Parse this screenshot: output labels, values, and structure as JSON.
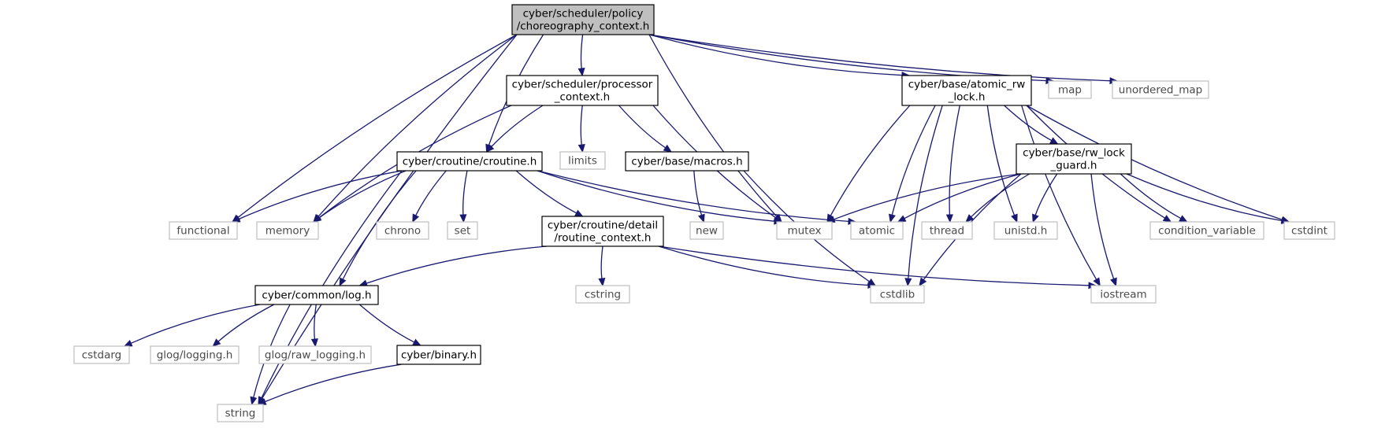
{
  "graph": {
    "root": {
      "id": "root",
      "lines": [
        "cyber/scheduler/policy",
        "/choreography_context.h"
      ]
    },
    "headers": [
      {
        "id": "processor",
        "lines": [
          "cyber/scheduler/processor",
          "_context.h"
        ]
      },
      {
        "id": "atomic_rw",
        "lines": [
          "cyber/base/atomic_rw",
          "_lock.h"
        ]
      },
      {
        "id": "croutine",
        "lines": [
          "cyber/croutine/croutine.h"
        ]
      },
      {
        "id": "macros",
        "lines": [
          "cyber/base/macros.h"
        ]
      },
      {
        "id": "rw_guard",
        "lines": [
          "cyber/base/rw_lock",
          "_guard.h"
        ]
      },
      {
        "id": "routine_ctx",
        "lines": [
          "cyber/croutine/detail",
          "/routine_context.h"
        ]
      },
      {
        "id": "log",
        "lines": [
          "cyber/common/log.h"
        ]
      },
      {
        "id": "binary",
        "lines": [
          "cyber/binary.h"
        ]
      }
    ],
    "system_headers": [
      {
        "id": "map",
        "lines": [
          "map"
        ]
      },
      {
        "id": "unordered_map",
        "lines": [
          "unordered_map"
        ]
      },
      {
        "id": "limits",
        "lines": [
          "limits"
        ]
      },
      {
        "id": "functional",
        "lines": [
          "functional"
        ]
      },
      {
        "id": "memory",
        "lines": [
          "memory"
        ]
      },
      {
        "id": "chrono",
        "lines": [
          "chrono"
        ]
      },
      {
        "id": "set",
        "lines": [
          "set"
        ]
      },
      {
        "id": "new",
        "lines": [
          "new"
        ]
      },
      {
        "id": "mutex",
        "lines": [
          "mutex"
        ]
      },
      {
        "id": "atomic",
        "lines": [
          "atomic"
        ]
      },
      {
        "id": "thread",
        "lines": [
          "thread"
        ]
      },
      {
        "id": "unistd",
        "lines": [
          "unistd.h"
        ]
      },
      {
        "id": "condvar",
        "lines": [
          "condition_variable"
        ]
      },
      {
        "id": "cstdint",
        "lines": [
          "cstdint"
        ]
      },
      {
        "id": "cstring",
        "lines": [
          "cstring"
        ]
      },
      {
        "id": "cstdlib",
        "lines": [
          "cstdlib"
        ]
      },
      {
        "id": "iostream",
        "lines": [
          "iostream"
        ]
      },
      {
        "id": "cstdarg",
        "lines": [
          "cstdarg"
        ]
      },
      {
        "id": "glog_logging",
        "lines": [
          "glog/logging.h"
        ]
      },
      {
        "id": "glog_raw",
        "lines": [
          "glog/raw_logging.h"
        ]
      },
      {
        "id": "string",
        "lines": [
          "string"
        ]
      }
    ],
    "edges": [
      [
        "root",
        "string"
      ],
      [
        "root",
        "functional"
      ],
      [
        "root",
        "memory"
      ],
      [
        "root",
        "croutine"
      ],
      [
        "root",
        "processor"
      ],
      [
        "root",
        "mutex"
      ],
      [
        "root",
        "atomic_rw"
      ],
      [
        "root",
        "map"
      ],
      [
        "root",
        "unordered_map"
      ],
      [
        "processor",
        "memory"
      ],
      [
        "processor",
        "croutine"
      ],
      [
        "processor",
        "limits"
      ],
      [
        "processor",
        "macros"
      ],
      [
        "processor",
        "mutex"
      ],
      [
        "atomic_rw",
        "mutex"
      ],
      [
        "atomic_rw",
        "atomic"
      ],
      [
        "atomic_rw",
        "thread"
      ],
      [
        "atomic_rw",
        "unistd"
      ],
      [
        "atomic_rw",
        "rw_guard"
      ],
      [
        "atomic_rw",
        "condvar"
      ],
      [
        "atomic_rw",
        "cstdint"
      ],
      [
        "atomic_rw",
        "cstdlib"
      ],
      [
        "atomic_rw",
        "iostream"
      ],
      [
        "croutine",
        "functional"
      ],
      [
        "croutine",
        "memory"
      ],
      [
        "croutine",
        "chrono"
      ],
      [
        "croutine",
        "set"
      ],
      [
        "croutine",
        "routine_ctx"
      ],
      [
        "croutine",
        "mutex"
      ],
      [
        "croutine",
        "atomic"
      ],
      [
        "croutine",
        "log"
      ],
      [
        "croutine",
        "string"
      ],
      [
        "macros",
        "new"
      ],
      [
        "macros",
        "cstdlib"
      ],
      [
        "rw_guard",
        "mutex"
      ],
      [
        "rw_guard",
        "atomic"
      ],
      [
        "rw_guard",
        "thread"
      ],
      [
        "rw_guard",
        "unistd"
      ],
      [
        "rw_guard",
        "condvar"
      ],
      [
        "rw_guard",
        "cstdint"
      ],
      [
        "rw_guard",
        "cstdlib"
      ],
      [
        "rw_guard",
        "iostream"
      ],
      [
        "routine_ctx",
        "log"
      ],
      [
        "routine_ctx",
        "cstring"
      ],
      [
        "routine_ctx",
        "cstdlib"
      ],
      [
        "routine_ctx",
        "iostream"
      ],
      [
        "log",
        "string"
      ],
      [
        "log",
        "cstdarg"
      ],
      [
        "log",
        "glog_logging"
      ],
      [
        "log",
        "glog_raw"
      ],
      [
        "log",
        "binary"
      ],
      [
        "binary",
        "string"
      ]
    ]
  }
}
